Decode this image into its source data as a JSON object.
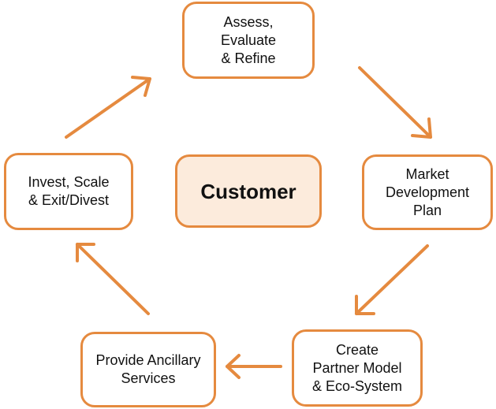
{
  "center": {
    "label": "Customer"
  },
  "nodes": {
    "assess": "Assess,\nEvaluate\n& Refine",
    "market": "Market\nDevelopment\nPlan",
    "create": "Create\nPartner Model\n& Eco-System",
    "provide": "Provide Ancillary\nServices",
    "invest": "Invest, Scale\n& Exit/Divest"
  },
  "colors": {
    "accent": "#e58a3f",
    "center_fill": "#fcebdc",
    "text": "#111111"
  },
  "flow": [
    {
      "from": "assess",
      "to": "market"
    },
    {
      "from": "market",
      "to": "create"
    },
    {
      "from": "create",
      "to": "provide"
    },
    {
      "from": "provide",
      "to": "invest"
    },
    {
      "from": "invest",
      "to": "assess"
    }
  ]
}
